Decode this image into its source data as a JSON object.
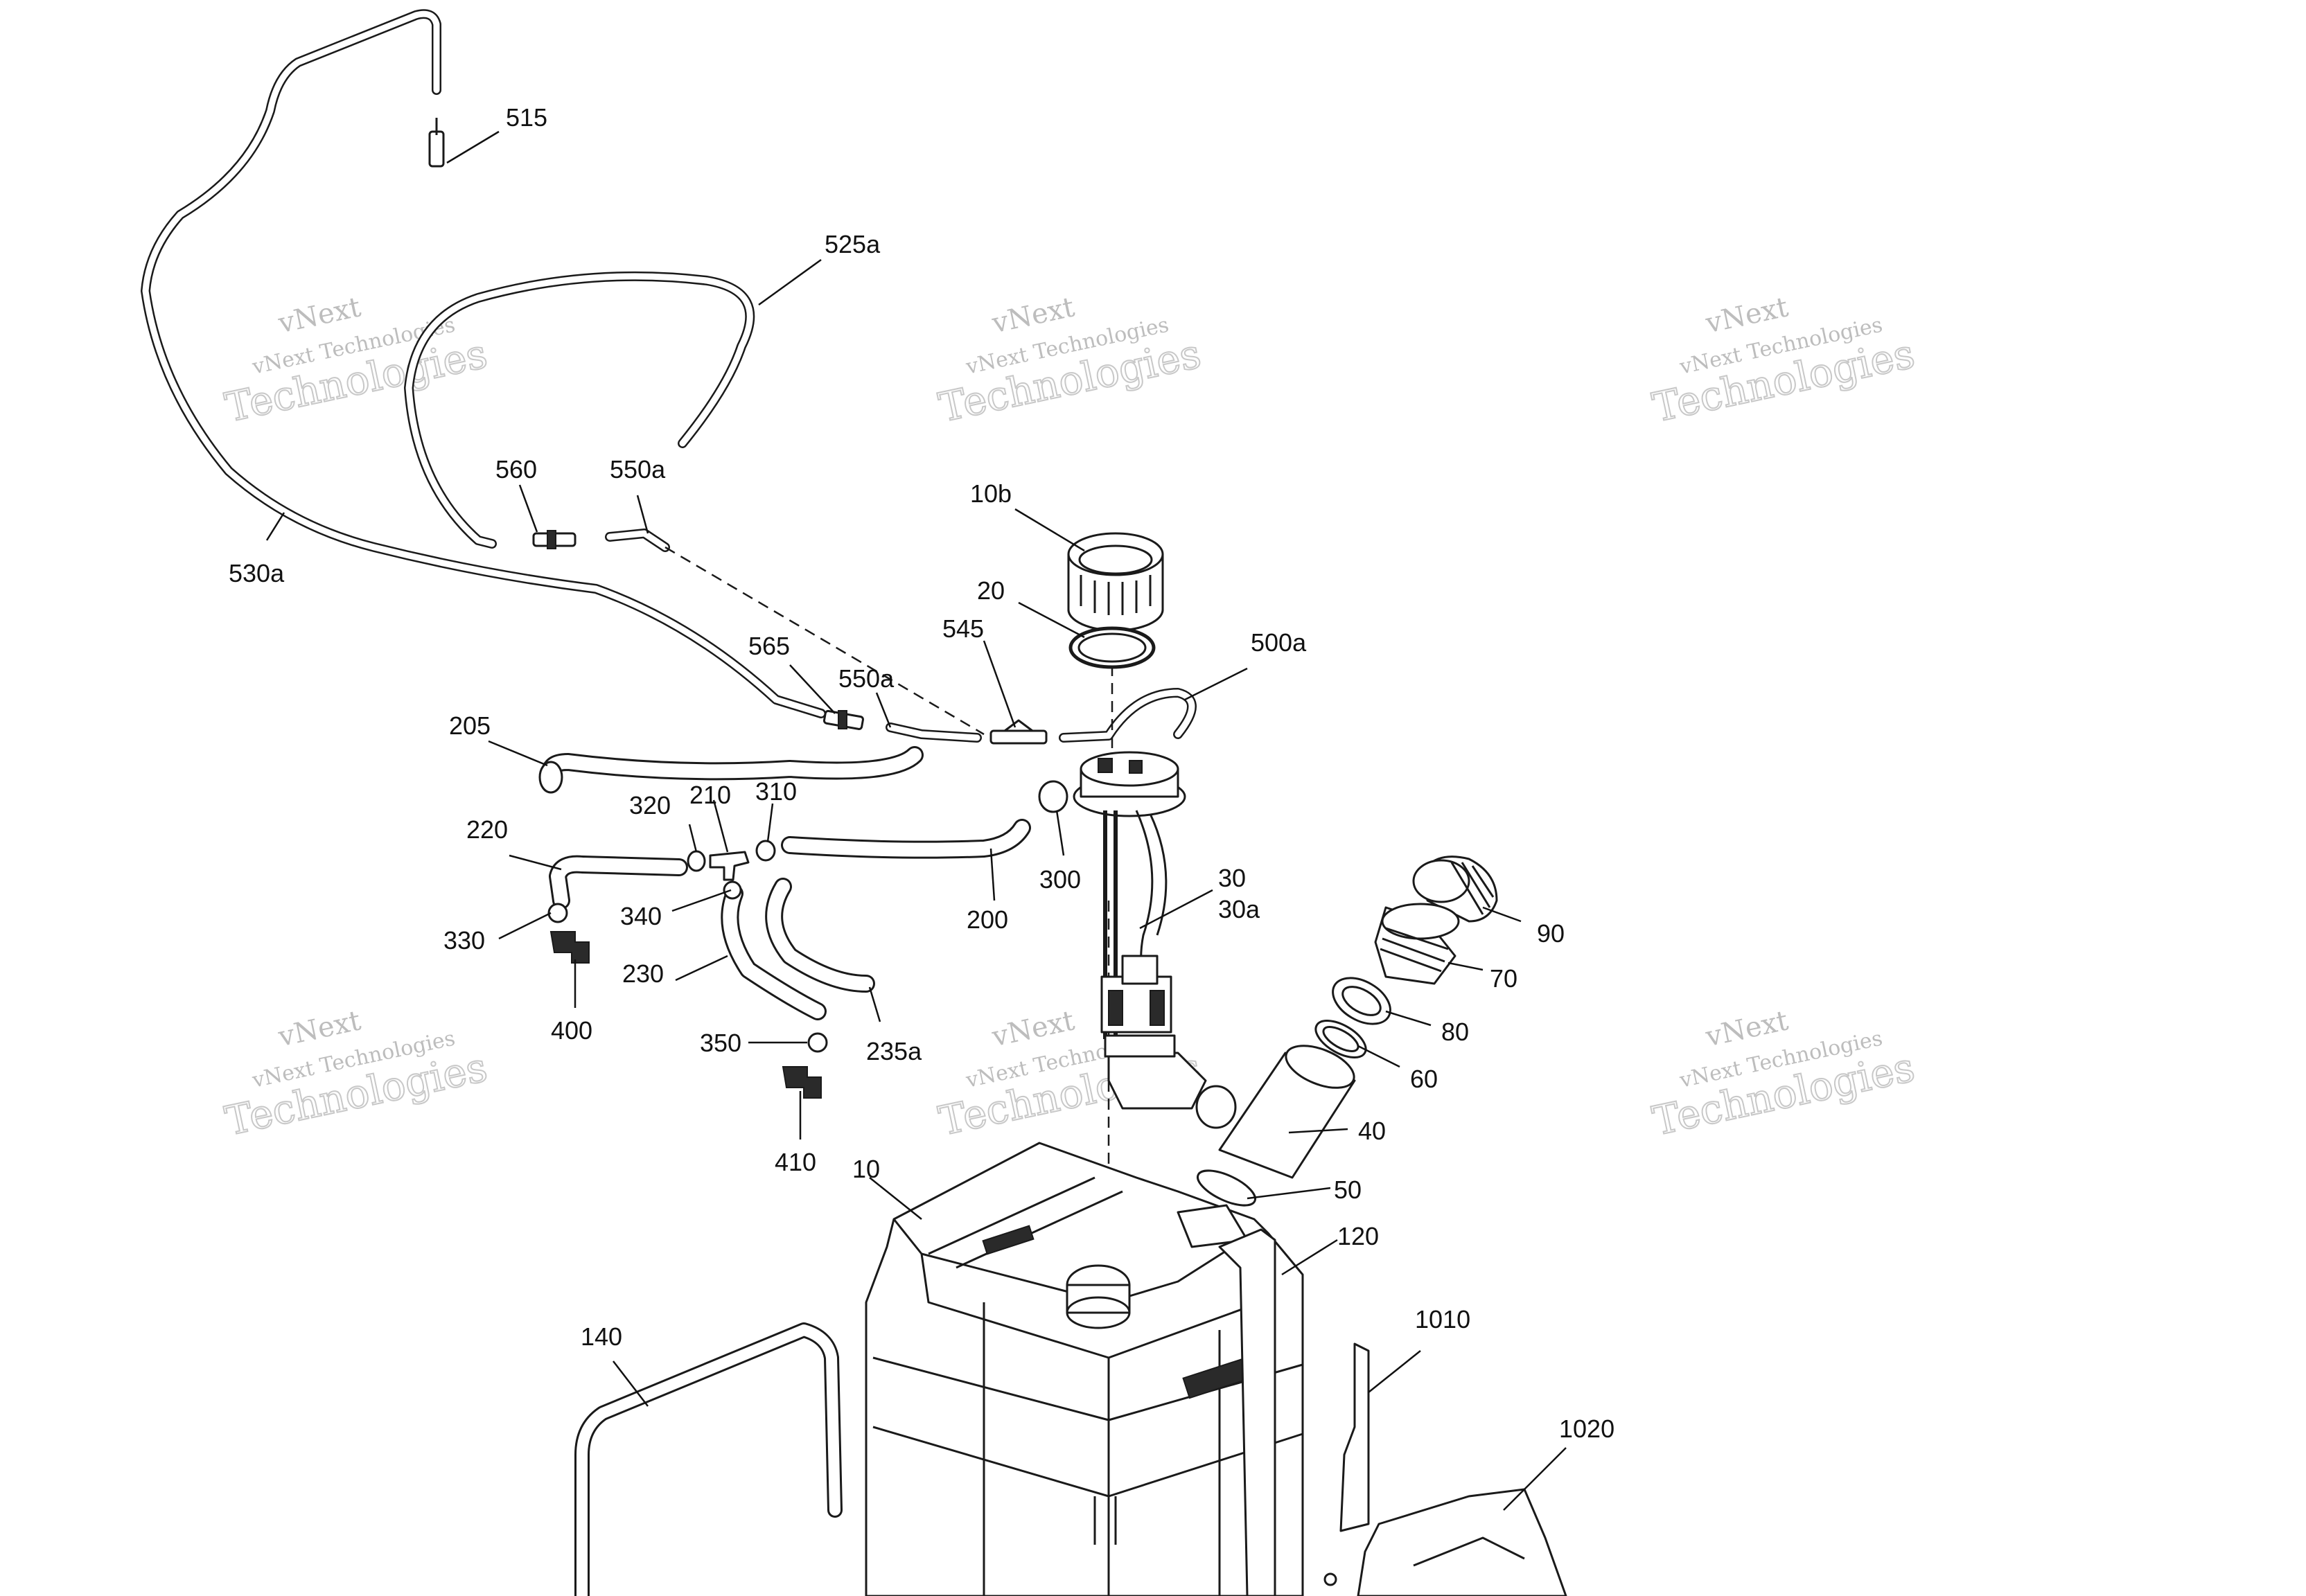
{
  "watermark": {
    "line1": "vNext",
    "line2": "vNext Technologies",
    "line3": "Technologies"
  },
  "callouts": {
    "c515": "515",
    "c525a": "525a",
    "c560": "560",
    "c550a_top": "550a",
    "c530a": "530a",
    "c10b": "10b",
    "c20": "20",
    "c545": "545",
    "c500a": "500a",
    "c565": "565",
    "c550a_mid": "550a",
    "c205": "205",
    "c320": "320",
    "c210": "210",
    "c310": "310",
    "c220": "220",
    "c300": "300",
    "c30": "30",
    "c30a": "30a",
    "c90": "90",
    "c330": "330",
    "c340": "340",
    "c200": "200",
    "c70": "70",
    "c230": "230",
    "c400": "400",
    "c80": "80",
    "c350": "350",
    "c235a": "235a",
    "c60": "60",
    "c410": "410",
    "c40": "40",
    "c10": "10",
    "c50": "50",
    "c120": "120",
    "c140": "140",
    "c1010": "1010",
    "c1020": "1020"
  }
}
